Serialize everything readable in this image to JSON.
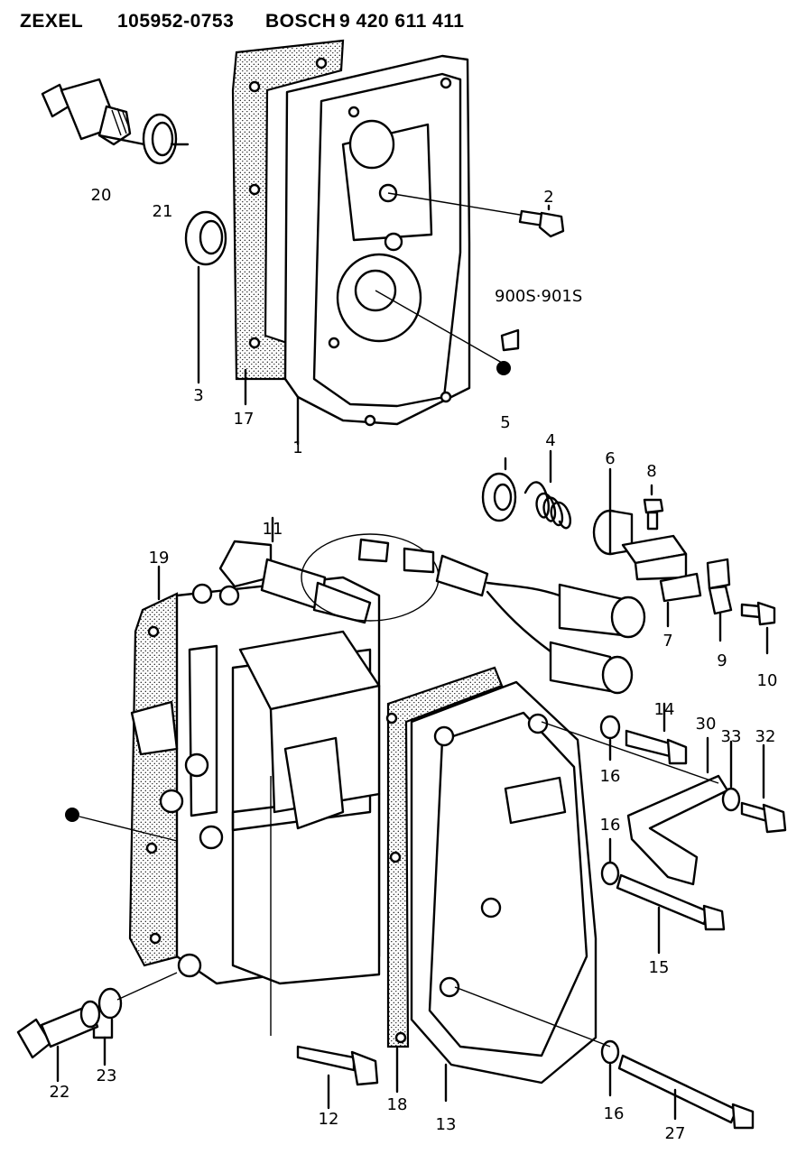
{
  "header": {
    "maker_a": "ZEXEL",
    "part_no_a": "105952-0753",
    "maker_b": "BOSCH",
    "part_no_b": "9 420 611 411"
  },
  "callouts": [
    {
      "id": "c20",
      "text": "20"
    },
    {
      "id": "c21",
      "text": "21"
    },
    {
      "id": "c2",
      "text": "2"
    },
    {
      "id": "c900",
      "text": "900S·901S"
    },
    {
      "id": "c3",
      "text": "3"
    },
    {
      "id": "c17",
      "text": "17"
    },
    {
      "id": "c1",
      "text": "1"
    },
    {
      "id": "c5",
      "text": "5"
    },
    {
      "id": "c4",
      "text": "4"
    },
    {
      "id": "c6",
      "text": "6"
    },
    {
      "id": "c8",
      "text": "8"
    },
    {
      "id": "c11",
      "text": "11"
    },
    {
      "id": "c19",
      "text": "19"
    },
    {
      "id": "c7",
      "text": "7"
    },
    {
      "id": "c9",
      "text": "9"
    },
    {
      "id": "c10",
      "text": "10"
    },
    {
      "id": "c14",
      "text": "14"
    },
    {
      "id": "c30",
      "text": "30"
    },
    {
      "id": "c33",
      "text": "33"
    },
    {
      "id": "c32",
      "text": "32"
    },
    {
      "id": "c16a",
      "text": "16"
    },
    {
      "id": "c16b",
      "text": "16"
    },
    {
      "id": "c15",
      "text": "15"
    },
    {
      "id": "c22",
      "text": "22"
    },
    {
      "id": "c23",
      "text": "23"
    },
    {
      "id": "c12",
      "text": "12"
    },
    {
      "id": "c18",
      "text": "18"
    },
    {
      "id": "c13",
      "text": "13"
    },
    {
      "id": "c16c",
      "text": "16"
    },
    {
      "id": "c27",
      "text": "27"
    }
  ]
}
